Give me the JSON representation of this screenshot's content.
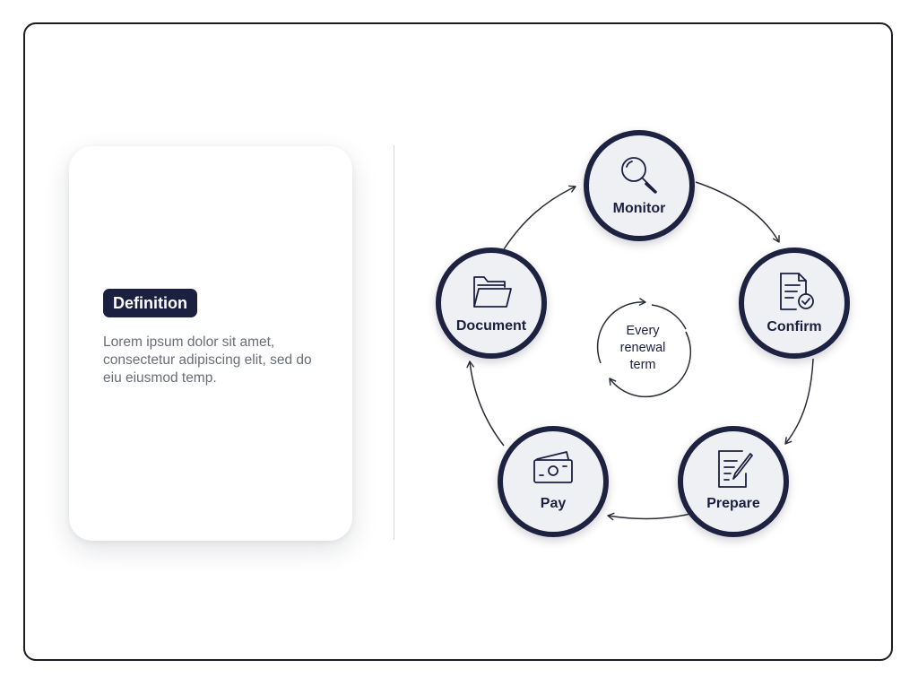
{
  "definition": {
    "badge": "Definition",
    "text": "Lorem ipsum dolor sit amet, consectetur adipiscing elit, sed do eiu eiusmod temp."
  },
  "cycle": {
    "center_lines": [
      "Every",
      "renewal",
      "term"
    ],
    "steps": [
      {
        "label": "Monitor",
        "icon": "magnifier-icon"
      },
      {
        "label": "Confirm",
        "icon": "document-check-icon"
      },
      {
        "label": "Prepare",
        "icon": "document-pen-icon"
      },
      {
        "label": "Pay",
        "icon": "cash-icon"
      },
      {
        "label": "Document",
        "icon": "folder-icon"
      }
    ]
  },
  "colors": {
    "navy": "#1b2040",
    "node_fill": "#eef0f4",
    "card_text": "#6a6d78",
    "arrow": "#2a2d36"
  }
}
